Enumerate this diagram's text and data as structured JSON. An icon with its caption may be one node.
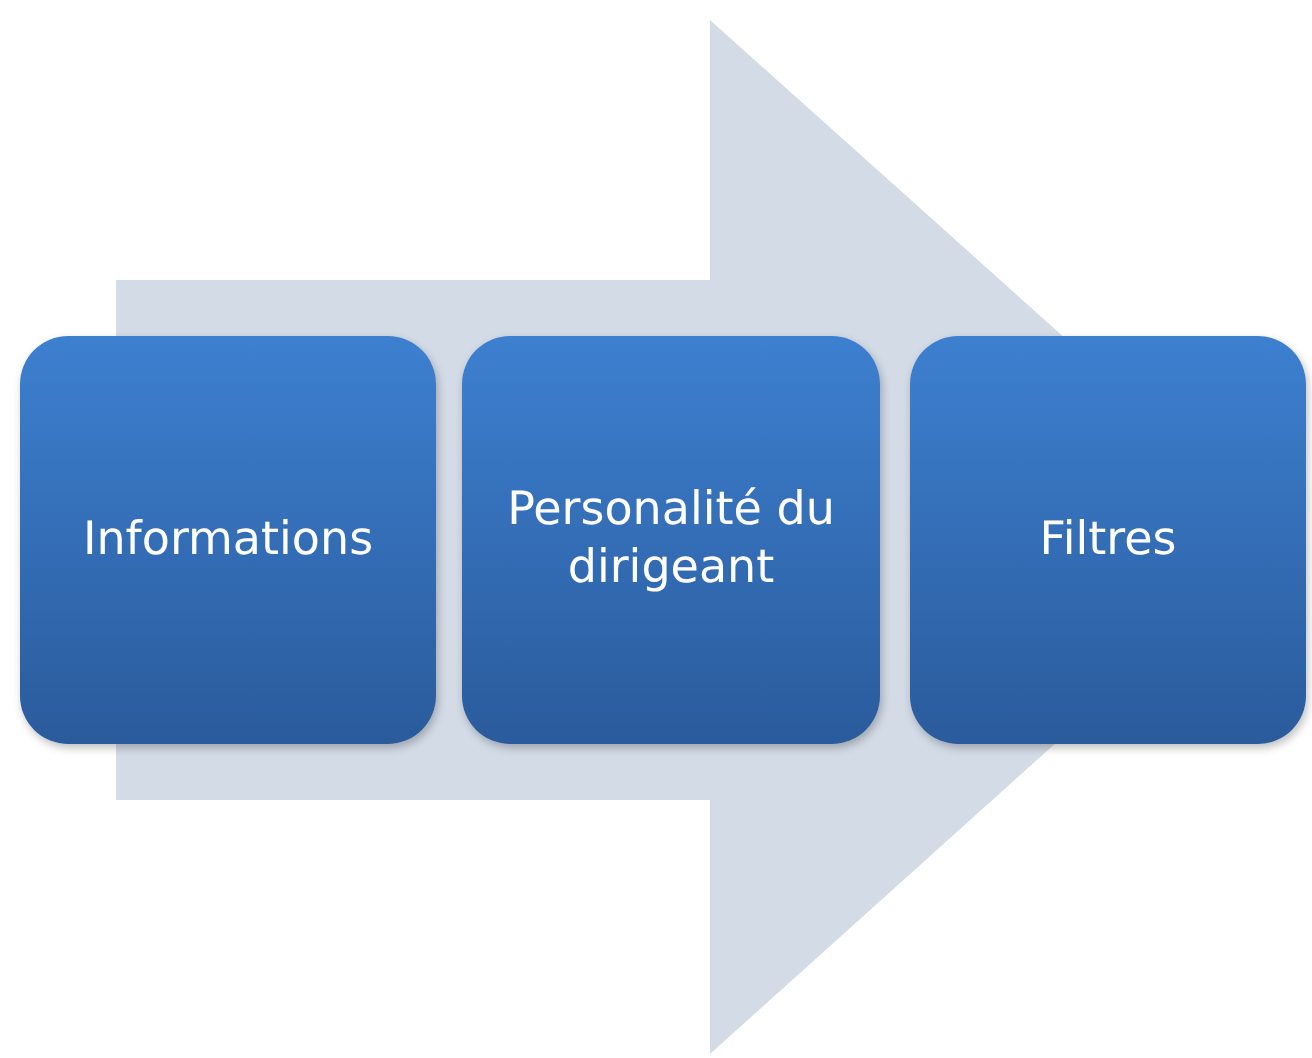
{
  "diagram": {
    "nodes": [
      {
        "text": [
          "Informations"
        ]
      },
      {
        "text": [
          "Personalité du dirigeant"
        ]
      },
      {
        "text": [
          "Filtres"
        ]
      }
    ],
    "edges": [
      {
        "from": 0,
        "to": 2,
        "arrow": "to"
      }
    ]
  }
}
